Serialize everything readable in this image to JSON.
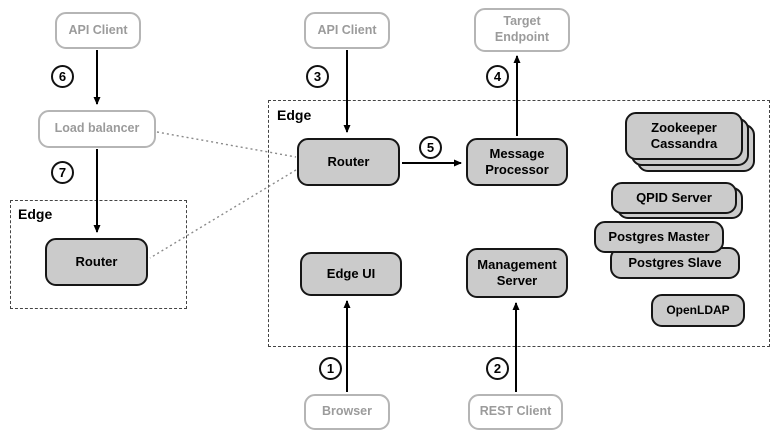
{
  "diagram": {
    "edge_labels": {
      "main": "Edge",
      "secondary": "Edge"
    },
    "steps": {
      "1": "1",
      "2": "2",
      "3": "3",
      "4": "4",
      "5": "5",
      "6": "6",
      "7": "7"
    },
    "nodes": {
      "api_client_left": "API Client",
      "api_client_top": "API Client",
      "load_balancer": "Load balancer",
      "router_secondary": "Router",
      "router_main": "Router",
      "target_endpoint": "Target Endpoint",
      "message_processor": "Message Processor",
      "edge_ui": "Edge UI",
      "management_server": "Management Server",
      "zookeeper": "Zookeeper",
      "cassandra": "Cassandra",
      "qpid_server": "QPID Server",
      "postgres_master": "Postgres Master",
      "postgres_slave": "Postgres Slave",
      "openldap": "OpenLDAP",
      "browser": "Browser",
      "rest_client": "REST Client"
    }
  }
}
